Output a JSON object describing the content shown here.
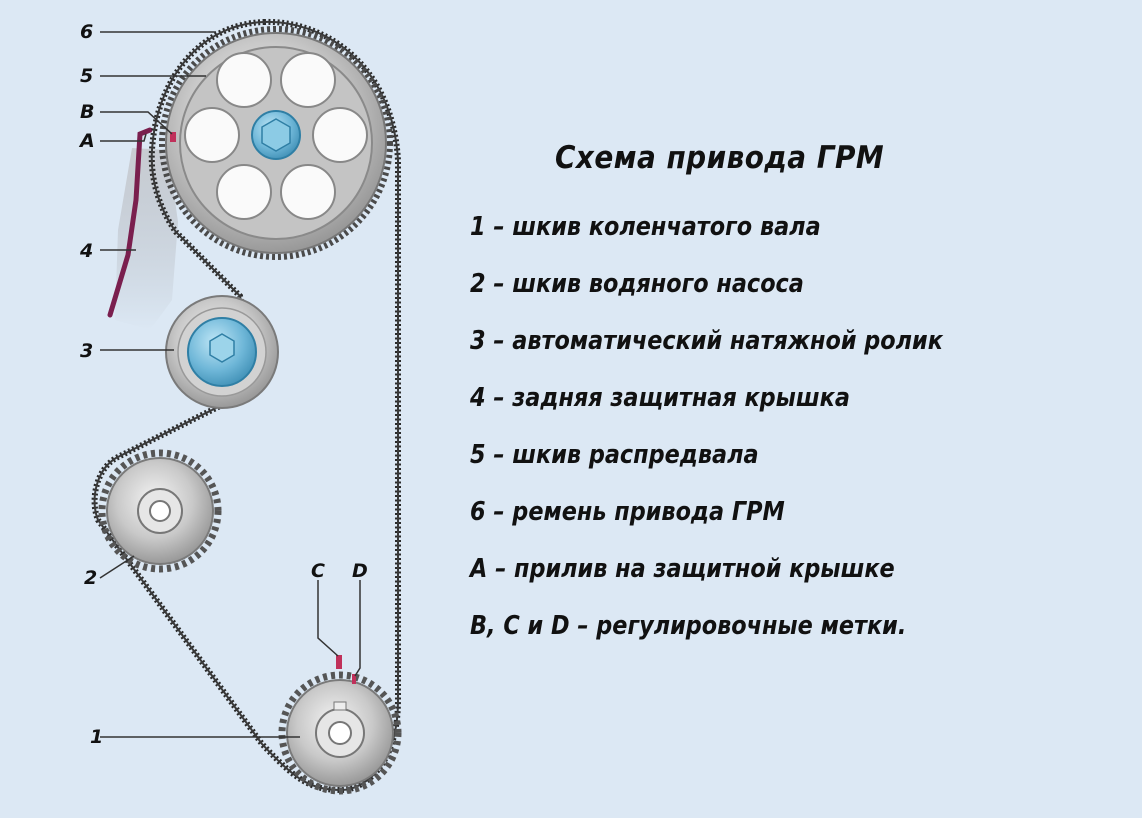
{
  "diagram": {
    "callouts": {
      "six": "6",
      "five": "5",
      "b": "B",
      "a": "A",
      "four": "4",
      "three": "3",
      "two": "2",
      "one": "1",
      "c": "C",
      "d": "D"
    },
    "colors": {
      "background": "#dce8f4",
      "belt": "#2a2a2a",
      "pulley_metal": "#b9b9b9",
      "roller_blue": "#6fb7d8",
      "cover_line": "#7a1f4e",
      "mark_red": "#c0305a"
    }
  },
  "legend": {
    "title": "Схема привода ГРМ",
    "items": [
      "1 – шкив коленчатого вала",
      "2 – шкив водяного насоса",
      "3 – автоматический натяжной ролик",
      "4 – задняя защитная крышка",
      "5 – шкив распредвала",
      "6 – ремень привода ГРМ",
      "A – прилив на защитной крышке",
      "B, C и D – регулировочные метки."
    ]
  }
}
